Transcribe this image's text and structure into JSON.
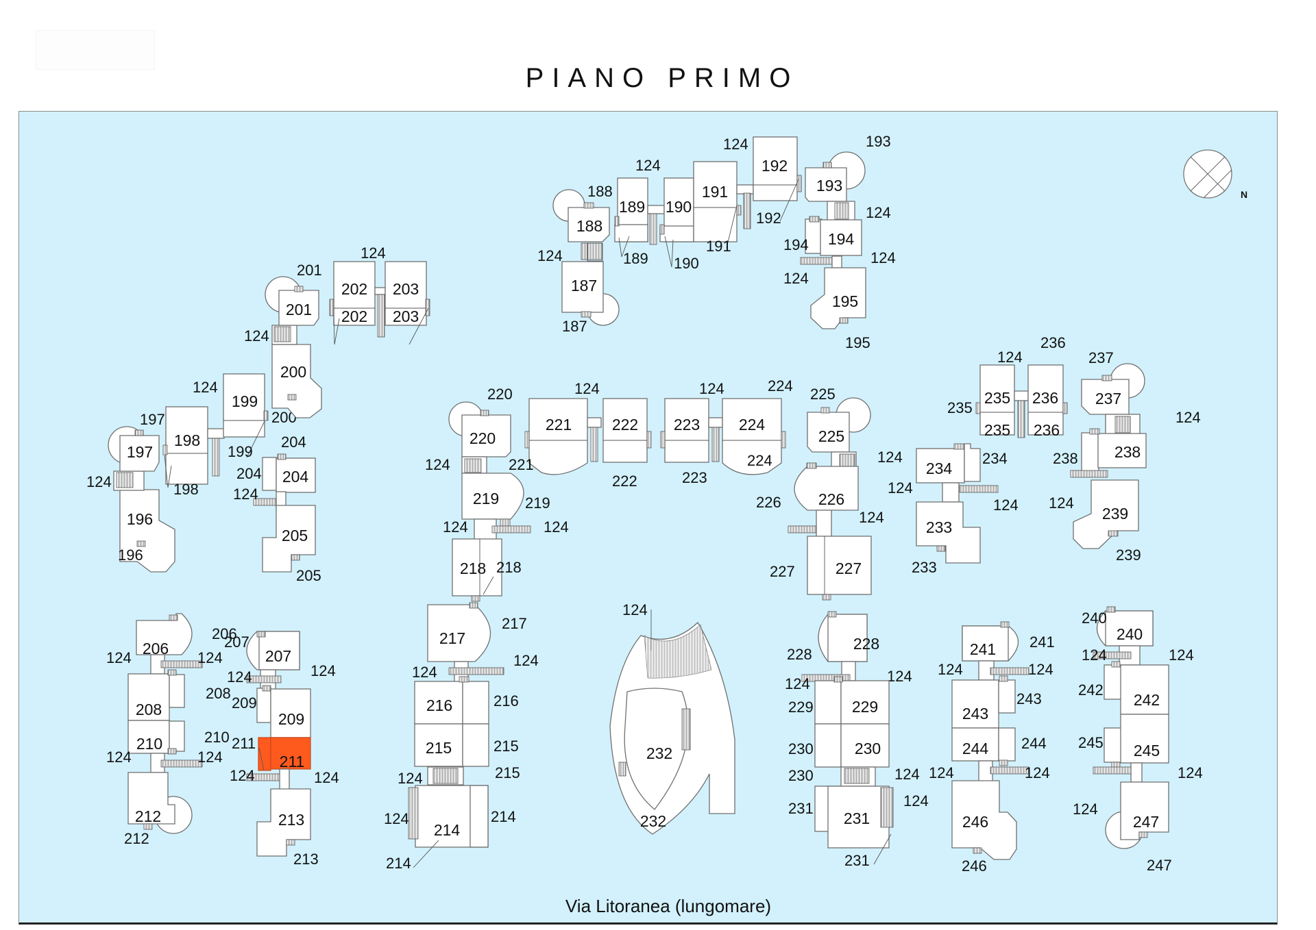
{
  "title": "PIANO PRIMO",
  "road_label": "Via Litoranea (lungomare)",
  "compass": {
    "icon": "north-compass-icon",
    "label": "N"
  },
  "colors": {
    "background_sea": "#d2f1fc",
    "building_fill": "#ffffff",
    "building_stroke": "#6f6f6f",
    "highlight": "#ff5a1e"
  },
  "highlighted_unit": "211",
  "common_area_code": "124",
  "units": [
    {
      "id": "187",
      "label": "187"
    },
    {
      "id": "188",
      "label": "188"
    },
    {
      "id": "189",
      "label": "189"
    },
    {
      "id": "190",
      "label": "190"
    },
    {
      "id": "191",
      "label": "191"
    },
    {
      "id": "192",
      "label": "192"
    },
    {
      "id": "193",
      "label": "193"
    },
    {
      "id": "194",
      "label": "194"
    },
    {
      "id": "195",
      "label": "195"
    },
    {
      "id": "196",
      "label": "196"
    },
    {
      "id": "197",
      "label": "197"
    },
    {
      "id": "198",
      "label": "198"
    },
    {
      "id": "199",
      "label": "199"
    },
    {
      "id": "200",
      "label": "200"
    },
    {
      "id": "201",
      "label": "201"
    },
    {
      "id": "202",
      "label": "202"
    },
    {
      "id": "203",
      "label": "203"
    },
    {
      "id": "204",
      "label": "204"
    },
    {
      "id": "205",
      "label": "205"
    },
    {
      "id": "206",
      "label": "206"
    },
    {
      "id": "207",
      "label": "207"
    },
    {
      "id": "208",
      "label": "208"
    },
    {
      "id": "209",
      "label": "209"
    },
    {
      "id": "210",
      "label": "210"
    },
    {
      "id": "211",
      "label": "211"
    },
    {
      "id": "212",
      "label": "212"
    },
    {
      "id": "213",
      "label": "213"
    },
    {
      "id": "214",
      "label": "214"
    },
    {
      "id": "215",
      "label": "215"
    },
    {
      "id": "216",
      "label": "216"
    },
    {
      "id": "217",
      "label": "217"
    },
    {
      "id": "218",
      "label": "218"
    },
    {
      "id": "219",
      "label": "219"
    },
    {
      "id": "220",
      "label": "220"
    },
    {
      "id": "221",
      "label": "221"
    },
    {
      "id": "222",
      "label": "222"
    },
    {
      "id": "223",
      "label": "223"
    },
    {
      "id": "224",
      "label": "224"
    },
    {
      "id": "225",
      "label": "225"
    },
    {
      "id": "226",
      "label": "226"
    },
    {
      "id": "227",
      "label": "227"
    },
    {
      "id": "228",
      "label": "228"
    },
    {
      "id": "229",
      "label": "229"
    },
    {
      "id": "230",
      "label": "230"
    },
    {
      "id": "231",
      "label": "231"
    },
    {
      "id": "232",
      "label": "232"
    },
    {
      "id": "233",
      "label": "233"
    },
    {
      "id": "234",
      "label": "234"
    },
    {
      "id": "235",
      "label": "235"
    },
    {
      "id": "236",
      "label": "236"
    },
    {
      "id": "237",
      "label": "237"
    },
    {
      "id": "238",
      "label": "238"
    },
    {
      "id": "239",
      "label": "239"
    },
    {
      "id": "240",
      "label": "240"
    },
    {
      "id": "241",
      "label": "241"
    },
    {
      "id": "242",
      "label": "242"
    },
    {
      "id": "243",
      "label": "243"
    },
    {
      "id": "244",
      "label": "244"
    },
    {
      "id": "245",
      "label": "245"
    },
    {
      "id": "246",
      "label": "246"
    },
    {
      "id": "247",
      "label": "247"
    }
  ],
  "labels": {
    "u187": "187",
    "u188": "188",
    "u189": "189",
    "u190": "190",
    "u191": "191",
    "u192": "192",
    "u193": "193",
    "u194": "194",
    "u195": "195",
    "u196": "196",
    "u197": "197",
    "u198": "198",
    "u199": "199",
    "u200": "200",
    "u201": "201",
    "u202": "202",
    "u203": "203",
    "u204": "204",
    "u205": "205",
    "u206": "206",
    "u207": "207",
    "u208": "208",
    "u209": "209",
    "u210": "210",
    "u211": "211",
    "u212": "212",
    "u213": "213",
    "u214": "214",
    "u215": "215",
    "u216": "216",
    "u217": "217",
    "u218": "218",
    "u219": "219",
    "u220": "220",
    "u221": "221",
    "u222": "222",
    "u223": "223",
    "u224": "224",
    "u225": "225",
    "u226": "226",
    "u227": "227",
    "u228": "228",
    "u229": "229",
    "u230": "230",
    "u231": "231",
    "u232": "232",
    "u233": "233",
    "u234": "234",
    "u235": "235",
    "u236": "236",
    "u237": "237",
    "u238": "238",
    "u239": "239",
    "u240": "240",
    "u241": "241",
    "u242": "242",
    "u243": "243",
    "u244": "244",
    "u245": "245",
    "u246": "246",
    "u247": "247",
    "common": "124"
  }
}
